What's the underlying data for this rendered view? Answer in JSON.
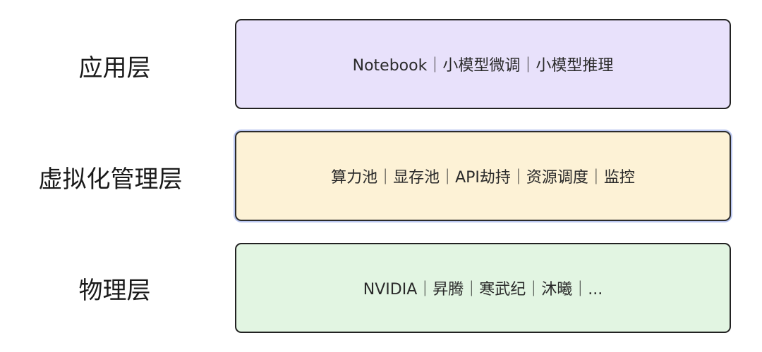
{
  "layers": [
    {
      "label": "应用层",
      "content": "Notebook｜小模型微调｜小模型推理",
      "fill": "#e8e1fb"
    },
    {
      "label": "虚拟化管理层",
      "content": "算力池｜显存池｜API劫持｜资源调度｜监控",
      "fill": "#fdf2d6"
    },
    {
      "label": "物理层",
      "content": "NVIDIA｜昇腾｜寒武纪｜沐曦｜...",
      "fill": "#e2f5e2"
    }
  ]
}
